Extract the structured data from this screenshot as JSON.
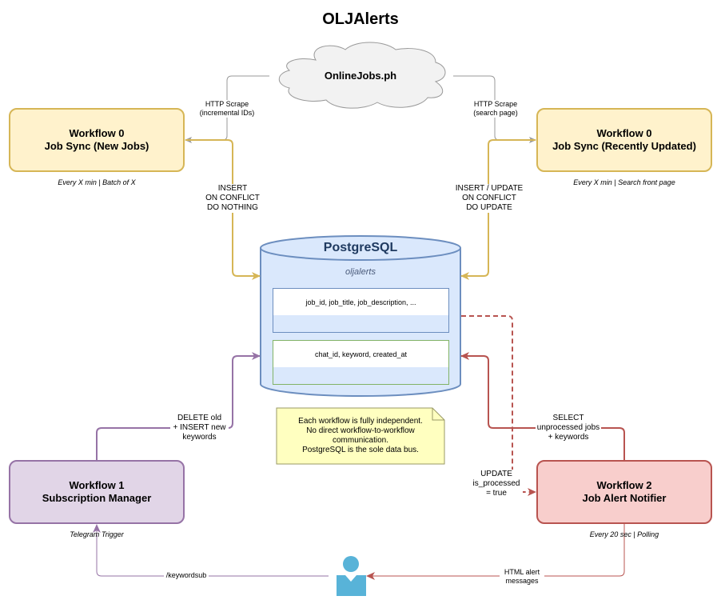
{
  "title": "OLJAlerts",
  "source": {
    "name": "OnlineJobs.ph"
  },
  "database": {
    "name": "PostgreSQL",
    "schema": "oljalerts",
    "tables": [
      {
        "columns": "job_id, job_title, job_description, ..."
      },
      {
        "columns": "chat_id, keyword, created_at"
      }
    ]
  },
  "workflows": {
    "sync_new": {
      "title": "Workflow 0\nJob Sync (New Jobs)",
      "subtitle": "Every X min | Batch of X"
    },
    "sync_updated": {
      "title": "Workflow 0\nJob Sync (Recently Updated)",
      "subtitle": "Every X min | Search front page"
    },
    "subscription": {
      "title": "Workflow 1\nSubscription Manager",
      "subtitle": "Telegram Trigger"
    },
    "notifier": {
      "title": "Workflow 2\nJob Alert Notifier",
      "subtitle": "Every 20 sec | Polling"
    }
  },
  "edges": {
    "scrape_new": "HTTP Scrape\n(incremental IDs)",
    "scrape_updated": "HTTP Scrape\n(search page)",
    "insert_new": "INSERT\nON CONFLICT\nDO NOTHING",
    "insert_updated": "INSERT / UPDATE\nON CONFLICT\nDO UPDATE",
    "subscription_write": "DELETE old\n+ INSERT new\nkeywords",
    "notifier_select": "SELECT\nunprocessed jobs\n+ keywords",
    "notifier_update": "UPDATE\nis_processed\n= true",
    "user_command": "/keywordsub",
    "alert_messages": "HTML alert\nmessages"
  },
  "note": "Each workflow is fully independent.\nNo direct workflow-to-workflow\ncommunication.\nPostgreSQL is the sole data bus.",
  "actor": {
    "icon": "user-icon"
  },
  "colors": {
    "yellow_fill": "#fff2cc",
    "yellow_stroke": "#d6b656",
    "purple_fill": "#e1d5e7",
    "purple_stroke": "#9673a6",
    "red_fill": "#f8cecc",
    "red_stroke": "#b85450",
    "db_fill": "#dae8fc",
    "db_stroke": "#6c8ebf",
    "note_fill": "#ffffc0",
    "user_color": "#58b3d8"
  }
}
